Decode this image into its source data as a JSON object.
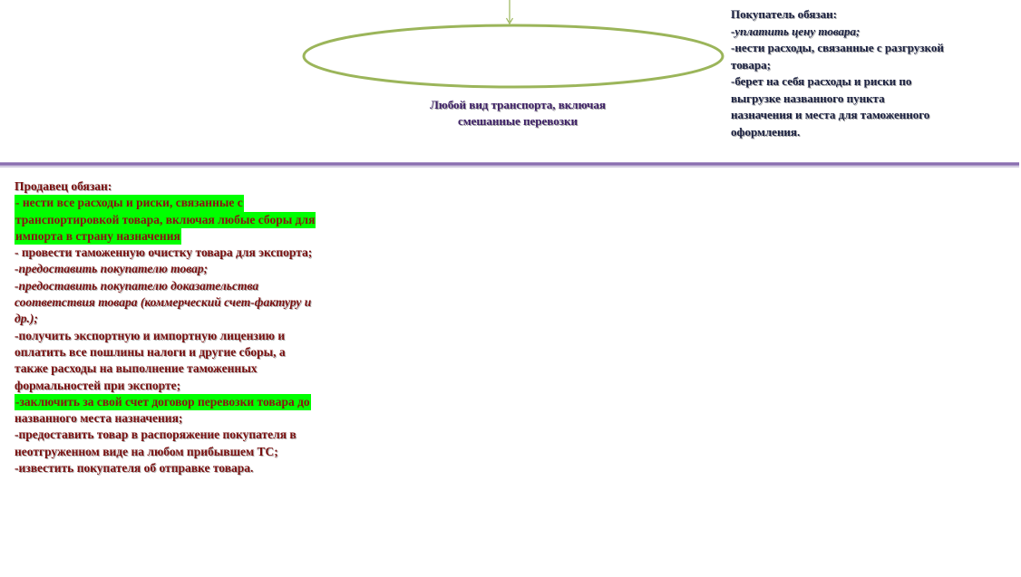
{
  "colors": {
    "ellipse_stroke": "#9bb55a",
    "connector": "#9bb55a",
    "divider": "#8a6fb0",
    "highlight": "#00ff00",
    "seller_text": "#7a1010",
    "buyer_text": "#1a2040",
    "caption_text": "#3d1f66"
  },
  "transport": {
    "caption_lines": [
      "Любой вид транспорта, включая",
      "смешанные перевозки"
    ]
  },
  "buyer": {
    "lines": [
      {
        "text": "Покупатель обязан:",
        "italic": false
      },
      {
        "text": "-уплатить цену товара;",
        "italic": true
      },
      {
        "text": "-нести расходы, связанные с разгрузкой",
        "italic": false
      },
      {
        "text": "товара;",
        "italic": false
      },
      {
        "text": "-берет на себя расходы и риски по",
        "italic": false
      },
      {
        "text": "выгрузке названного пункта",
        "italic": false
      },
      {
        "text": "назначения и места для таможенного",
        "italic": false
      },
      {
        "text": "оформления.",
        "italic": false
      }
    ]
  },
  "seller": {
    "lines": [
      {
        "text": "Продавец обязан:",
        "italic": false,
        "highlight": false
      },
      {
        "text": "- нести все расходы и риски, связанные с",
        "italic": false,
        "highlight": true
      },
      {
        "text": "транспортировкой товара, включая любые сборы для",
        "italic": false,
        "highlight": true
      },
      {
        "text": "импорта в страну назначения",
        "italic": false,
        "highlight": true
      },
      {
        "text": "- провести таможенную очистку товара для экспорта;",
        "italic": false,
        "highlight": false
      },
      {
        "text": "-предоставить покупателю товар;",
        "italic": true,
        "highlight": false
      },
      {
        "text": "-предоставить покупателю доказательства",
        "italic": true,
        "highlight": false
      },
      {
        "text": "соответствия товара (коммерческий счет-фактуру и",
        "italic": true,
        "highlight": false
      },
      {
        "text": "др.);",
        "italic": true,
        "highlight": false
      },
      {
        "text": "-получить экспортную и импортную лицензию и",
        "italic": false,
        "highlight": false
      },
      {
        "text": "оплатить все пошлины налоги и другие сборы, а",
        "italic": false,
        "highlight": false
      },
      {
        "text": "также расходы на выполнение таможенных",
        "italic": false,
        "highlight": false
      },
      {
        "text": "формальностей при экспорте;",
        "italic": false,
        "highlight": false
      },
      {
        "text": "-заключить за свой счет договор перевозки товара до",
        "italic": false,
        "highlight": true
      },
      {
        "text": "названного места назначения;",
        "italic": false,
        "highlight": false
      },
      {
        "text": "-предоставить товар в распоряжение покупателя в",
        "italic": false,
        "highlight": false
      },
      {
        "text": "неотгруженном виде на любом прибывшем ТС;",
        "italic": false,
        "highlight": false
      },
      {
        "text": "-известить покупателя об отправке товара.",
        "italic": false,
        "highlight": false
      }
    ]
  }
}
